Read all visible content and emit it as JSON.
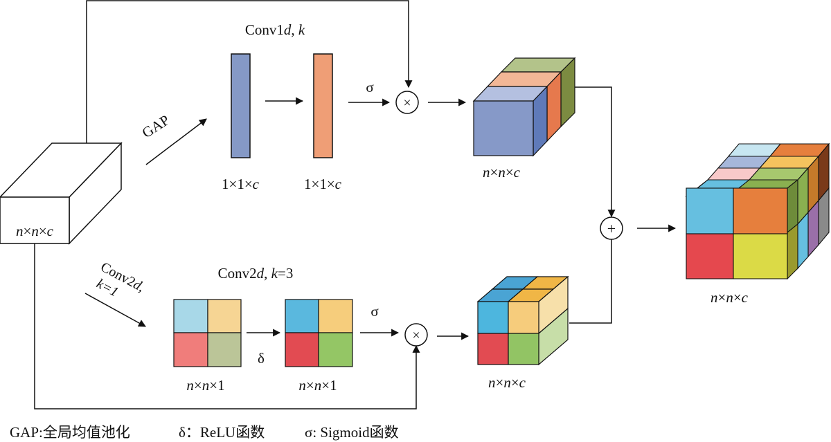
{
  "labels": {
    "input_dims": {
      "a": "n",
      "b": "×",
      "c": "n",
      "d": "×",
      "e": "c"
    },
    "gap": "GAP",
    "conv1d": {
      "prefix": "Conv1",
      "d": "d",
      "sep": ", ",
      "k": "k"
    },
    "vec1_dims": {
      "pre": "1×1×",
      "c": "c"
    },
    "vec2_dims": {
      "pre": "1×1×",
      "c": "c"
    },
    "sigma_top": "σ",
    "multiply_symbol": "×",
    "cube_top_dims": {
      "a": "n",
      "b": "×",
      "c": "n",
      "d": "×",
      "e": "c"
    },
    "conv2d_branch": {
      "prefix": "Conv2",
      "d": "d",
      "comma": ",",
      "k_line": "k=1"
    },
    "conv2d": {
      "prefix": "Conv2",
      "d": "d",
      "sep": ", ",
      "k": "k",
      "eq": "=3"
    },
    "delta": "δ",
    "sigma_bottom": "σ",
    "grid1_dims": {
      "a": "n",
      "b": "×",
      "c": "n",
      "d": "×1"
    },
    "grid2_dims": {
      "a": "n",
      "b": "×",
      "c": "n",
      "d": "×1"
    },
    "cube_bottom_dims": {
      "a": "n",
      "b": "×",
      "c": "n",
      "d": "×",
      "e": "c"
    },
    "plus_symbol": "+",
    "output_dims": {
      "a": "n",
      "b": "×",
      "c": "n",
      "d": "×",
      "e": "c"
    }
  },
  "legend": {
    "gap": "GAP:全局均值池化",
    "delta": "δ：ReLU函数",
    "sigma": "σ: Sigmoid函数"
  },
  "colors": {
    "vector1": "#8599c6",
    "vector2": "#ef9e76",
    "grid1": [
      "#a8d8e8",
      "#f6d594",
      "#f07d7b",
      "#bbc598"
    ],
    "grid2": [
      "#5ab8de",
      "#f6cd7c",
      "#e24b52",
      "#94c665"
    ],
    "cube_top": {
      "front": "#8699c8",
      "top_green": "#b3c38a",
      "top_salmon": "#f2b796",
      "top_blue": "#b4c0e0",
      "side_blue": "#5f7ab9",
      "side_orange": "#e6794d",
      "side_green": "#7c8b41"
    },
    "output_front": [
      "#66bfe0",
      "#e67f3d",
      "#e5484e",
      "#dbda46"
    ]
  }
}
